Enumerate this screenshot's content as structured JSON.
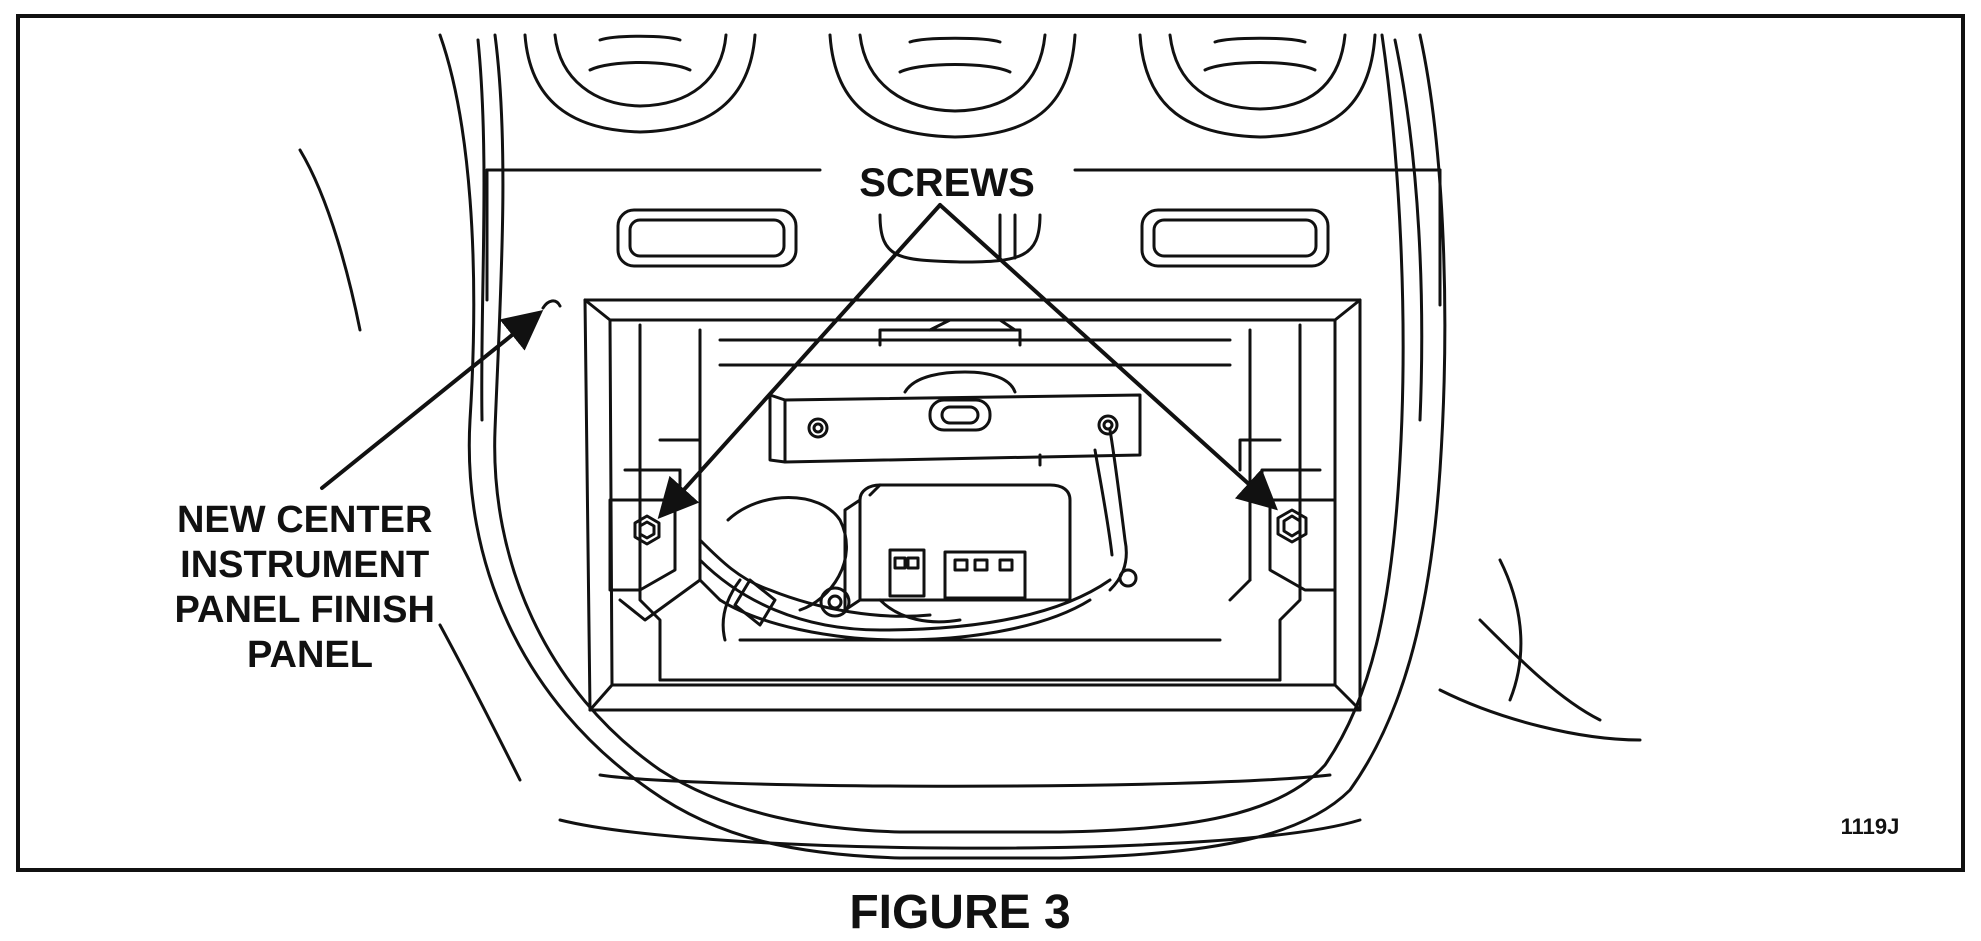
{
  "figure": {
    "caption": "FIGURE 3",
    "code": "1119J"
  },
  "callouts": {
    "screws": "SCREWS",
    "panel_lines": [
      "NEW CENTER",
      "INSTRUMENT",
      "PANEL FINISH",
      "PANEL"
    ]
  },
  "colors": {
    "ink": "#111111",
    "background": "#ffffff"
  }
}
